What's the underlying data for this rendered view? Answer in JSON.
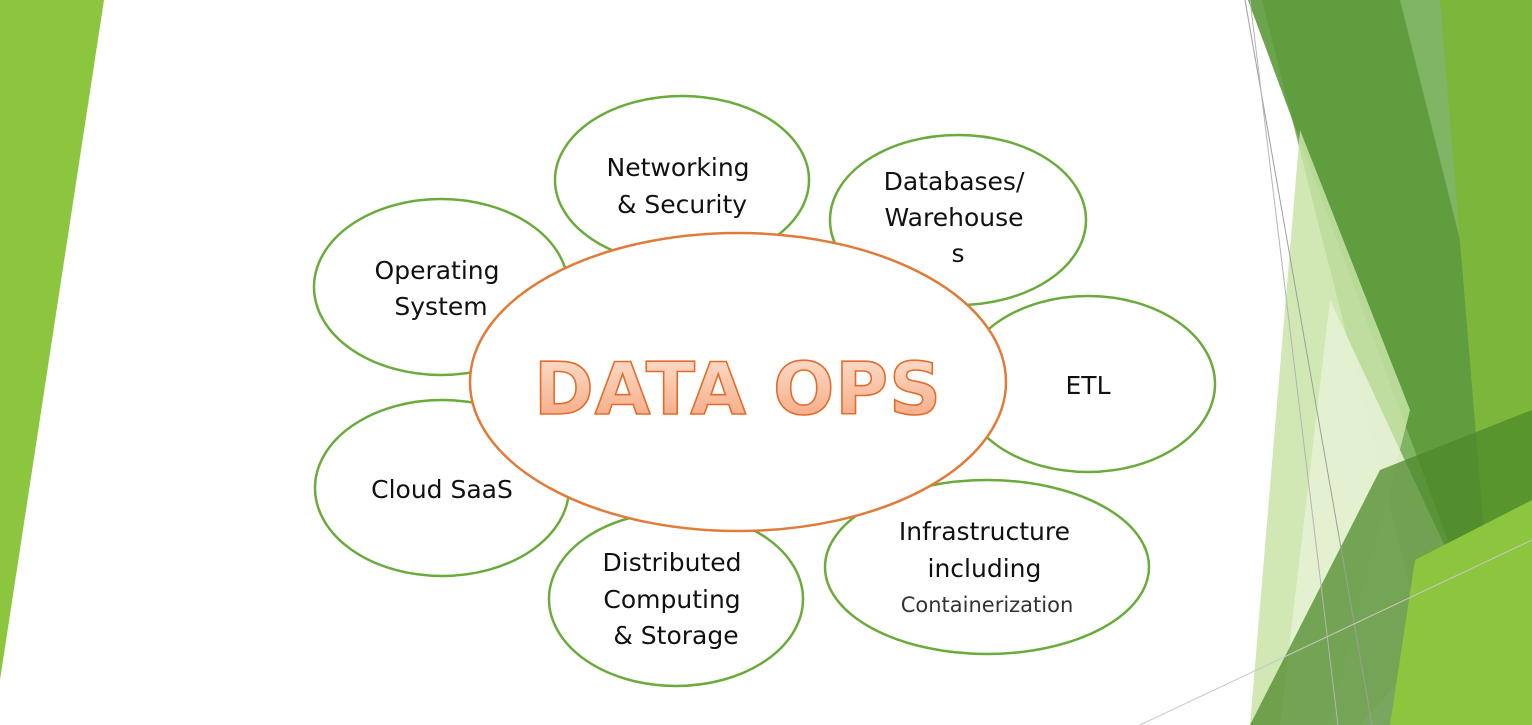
{
  "diagram": {
    "center": {
      "label": "DATA OPS"
    },
    "petals": [
      {
        "id": "networking",
        "lines": [
          "Networking",
          "& Security"
        ]
      },
      {
        "id": "databases",
        "lines": [
          "Databases/",
          "Warehouse",
          "s"
        ]
      },
      {
        "id": "etl",
        "lines": [
          "ETL"
        ]
      },
      {
        "id": "infrastructure",
        "lines": [
          "Infrastructure",
          "including",
          "Containerization"
        ]
      },
      {
        "id": "distributed",
        "lines": [
          "Distributed",
          "Computing",
          "& Storage"
        ]
      },
      {
        "id": "cloud",
        "lines": [
          "Cloud SaaS"
        ]
      },
      {
        "id": "operating",
        "lines": [
          "Operating",
          "System"
        ]
      }
    ]
  },
  "colors": {
    "petal_stroke": "#6aab3c",
    "center_stroke": "#e07b39",
    "title_fill_top": "#fde3d2",
    "title_fill_bottom": "#f4a37a",
    "title_stroke": "#e36c2c",
    "accent_green": "#8cc63e",
    "dark_green": "#4d8a2a"
  }
}
